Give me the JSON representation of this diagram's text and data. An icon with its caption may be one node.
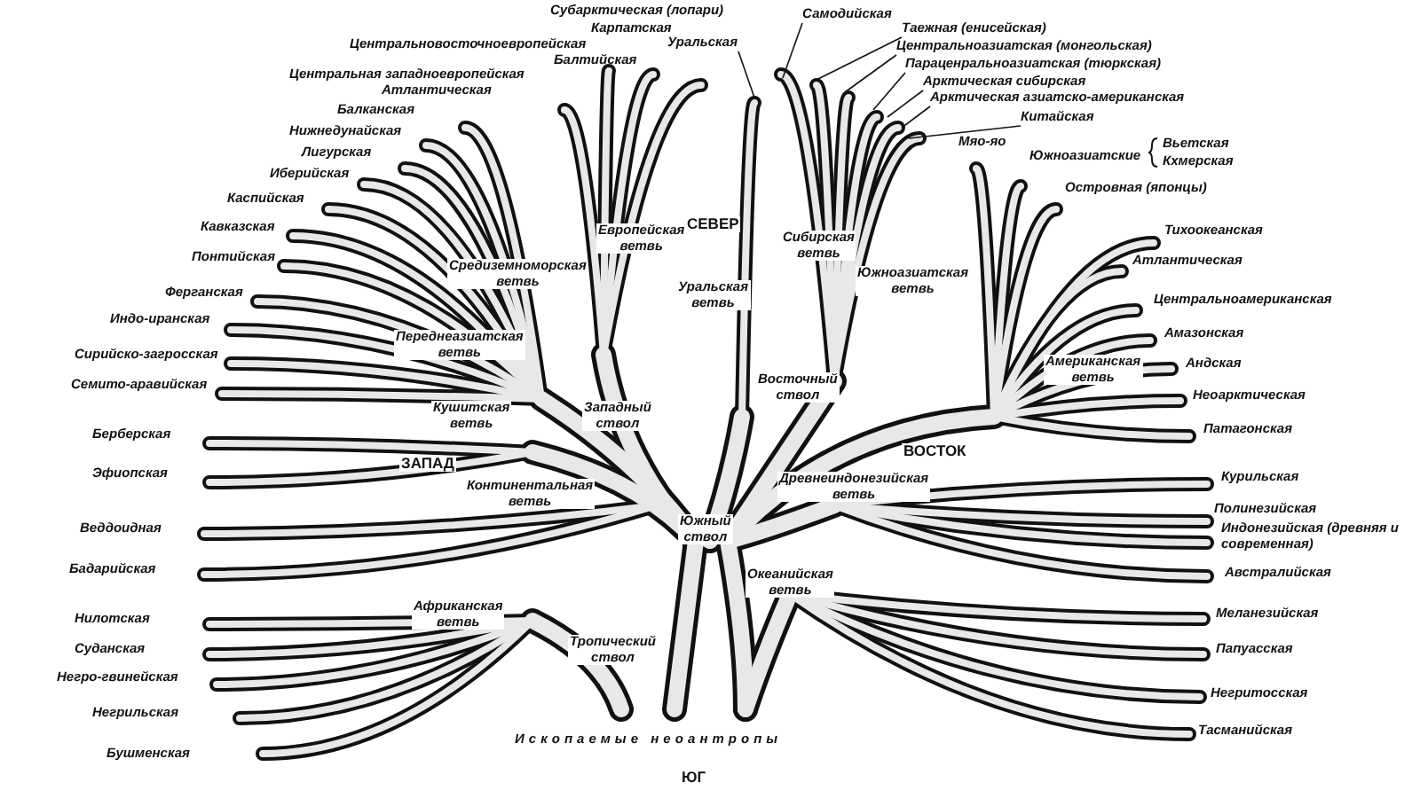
{
  "diagram": {
    "nodes": [
      {
        "text": [
          "Уральская"
        ]
      },
      {
        "text": [
          "Самодийская"
        ]
      },
      {
        "text": [
          "Таежная (енисейская)"
        ]
      },
      {
        "text": [
          "Центральноазиатская (монгольская)"
        ]
      },
      {
        "text": [
          "Параценральноазиатская (тюркская)"
        ]
      },
      {
        "text": [
          "Арктическая сибирская"
        ]
      },
      {
        "text": [
          "Арктическая азиатско-американская"
        ]
      },
      {
        "text": [
          "Китайская"
        ]
      }
    ],
    "edges": [
      {
        "from": 0,
        "to": null,
        "arrow": "none"
      },
      {
        "from": 1,
        "to": null,
        "arrow": "none"
      },
      {
        "from": 2,
        "to": null,
        "arrow": "none"
      },
      {
        "from": 3,
        "to": null,
        "arrow": "none"
      },
      {
        "from": 4,
        "to": null,
        "arrow": "none"
      },
      {
        "from": 5,
        "to": null,
        "arrow": "none"
      },
      {
        "from": 6,
        "to": null,
        "arrow": "none"
      },
      {
        "from": 7,
        "to": null,
        "arrow": "none"
      }
    ],
    "labels": [
      "Субарктическая (лопари)",
      "Карпатская",
      "Центральновосточноевропейская",
      "Балтийская",
      "Центральная западноевропейская",
      "Атлантическая",
      "Балканская",
      "Нижнедунайская",
      "Лигурская",
      "Иберийская",
      "Каспийская",
      "Кавказская",
      "Понтийская",
      "Ферганская",
      "Индо-иранская",
      "Сирийско-загросская",
      "Семито-аравийская",
      "Берберская",
      "Эфиопская",
      "Веддоидная",
      "Бадарийская",
      "Нилотская",
      "Суданская",
      "Негро-гвинейская",
      "Негрильская",
      "Бушменская",
      "СЕВЕР",
      "Европейская ветвь",
      "Средиземноморская ветвь",
      "Переднеазиатская ветвь",
      "Уральская ветвь",
      "Сибирская ветвь",
      "Южноазиатская ветвь",
      "Американская ветвь",
      "Западный ствол",
      "Восточный ствол",
      "Кушитская ветвь",
      "ЗАПАД",
      "ВОСТОК",
      "Континентальная ветвь",
      "Древнеиндонезийская ветвь",
      "Южный ствол",
      "Африканская ветвь",
      "Океанийская ветвь",
      "Тропический ствол",
      "Ископаемые неоантропы",
      "ЮГ",
      "Мяо-яо",
      "Южноазиатские",
      "Вьетская",
      "Кхмерская",
      "Островная (японцы)",
      "Тихоокеанская",
      "Атлантическая",
      "Центральноамериканская",
      "Амазонская",
      "Андская",
      "Неоарктическая",
      "Патагонская",
      "Курильская",
      "Полинезийская",
      "Индонезийская (древняя и современная)",
      "Австралийская",
      "Меланезийская",
      "Папуасская",
      "Негритосская",
      "Тасманийская"
    ]
  }
}
